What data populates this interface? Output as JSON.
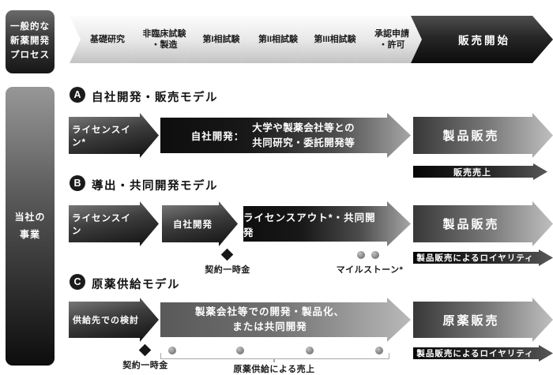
{
  "general_process": {
    "box_lines": [
      "一般的な",
      "新薬開発",
      "プロセス"
    ],
    "steps": [
      [
        "基礎研究"
      ],
      [
        "非臨床試験",
        "・製造"
      ],
      [
        "第I相試験"
      ],
      [
        "第II相試験"
      ],
      [
        "第III相試験"
      ],
      [
        "承認申請",
        "・許可"
      ]
    ],
    "final_step": "販売開始"
  },
  "sidebar": {
    "lines": [
      "当社の",
      "事業"
    ]
  },
  "model_a": {
    "letter": "A",
    "title": "自社開発・販売モデル",
    "left_arrow": "ライセンスイン*",
    "mid_prefix": "自社開発：",
    "mid_lines": [
      "大学や製薬会社等との",
      "共同研究・委託開発等"
    ],
    "right_arrow": "製品販売",
    "revenue_arrow": "販売売上"
  },
  "model_b": {
    "letter": "B",
    "title": "導出・共同開発モデル",
    "arrow1": "ライセンスイン",
    "arrow2": "自社開発",
    "arrow3": "ライセンスアウト*・共同開発",
    "right_arrow": "製品販売",
    "diamond_label": "契約一時金",
    "dots_label": "マイルストーン*",
    "revenue_arrow": "製品販売によるロイヤリティ"
  },
  "model_c": {
    "letter": "C",
    "title": "原薬供給モデル",
    "left_arrow": "供給先での検討",
    "mid_lines": [
      "製薬会社等での開発・製品化、",
      "または共同開発"
    ],
    "right_arrow": "原薬販売",
    "diamond_label": "契約一時金",
    "bracket_label": "原薬供給による売上",
    "revenue_arrow": "製品販売によるロイヤリティ"
  },
  "colors": {
    "dark": "#141414",
    "chevron_light_top": "#fcfcfc",
    "chevron_light_bottom": "#c3c3c3",
    "mid_gray": "#9e9e9e",
    "text_on_dark": "#ffffff"
  }
}
